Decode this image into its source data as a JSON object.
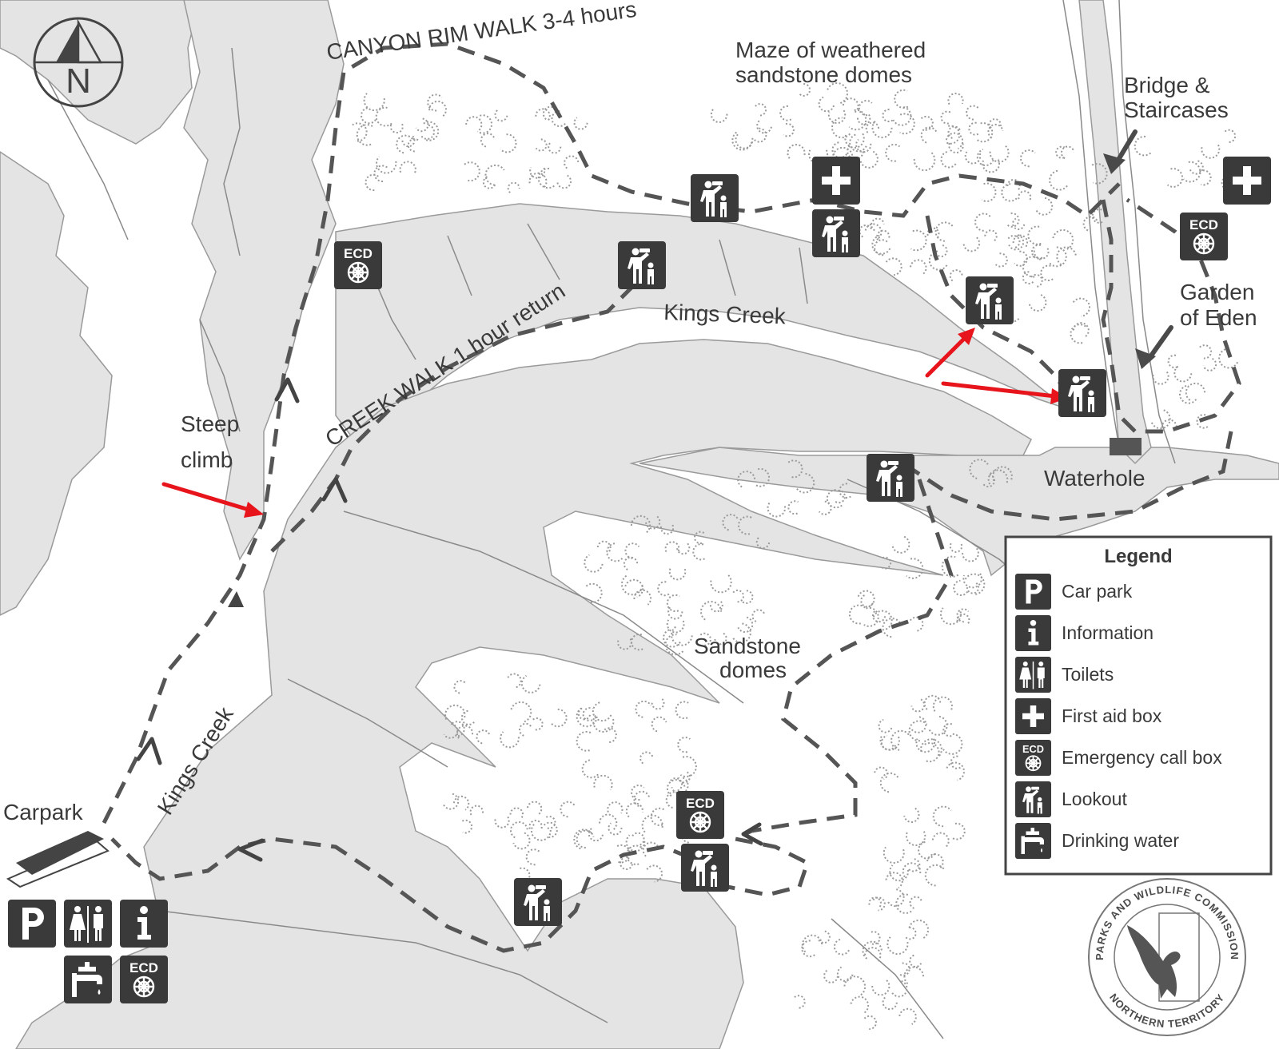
{
  "labels": {
    "canyon_rim_walk": "CANYON RIM WALK 3-4 hours",
    "creek_walk": "CREEK WALK 1 hour return",
    "maze_line1": "Maze of weathered",
    "maze_line2": "sandstone domes",
    "bridge_line1": "Bridge &",
    "bridge_line2": "Staircases",
    "garden_line1": "Garden",
    "garden_line2": "of Eden",
    "kings_creek_upper": "Kings Creek",
    "kings_creek_lower": "Kings Creek",
    "steep_line1": "Steep",
    "steep_line2": "climb",
    "waterhole": "Waterhole",
    "sandstone_line1": "Sandstone",
    "sandstone_line2": "domes",
    "carpark": "Carpark",
    "north": "N",
    "ecd": "ECD",
    "parking_letter": "P",
    "info_letter": "i"
  },
  "legend": {
    "title": "Legend",
    "items": [
      {
        "icon": "parking-icon",
        "label": "Car park"
      },
      {
        "icon": "information-icon",
        "label": "Information"
      },
      {
        "icon": "toilets-icon",
        "label": "Toilets"
      },
      {
        "icon": "first-aid-icon",
        "label": "First aid box"
      },
      {
        "icon": "emergency-call-icon",
        "label": "Emergency call box"
      },
      {
        "icon": "lookout-icon",
        "label": "Lookout"
      },
      {
        "icon": "drinking-water-icon",
        "label": "Drinking water"
      }
    ]
  },
  "seal": {
    "top_text": "PARKS AND WILDLIFE COMMISSION",
    "bottom_text": "NORTHERN TERRITORY"
  },
  "colors": {
    "terrain": "#e4e4e4",
    "icon": "#3a3a3a",
    "trail": "#555555",
    "annotation_arrow": "#e8141c"
  }
}
